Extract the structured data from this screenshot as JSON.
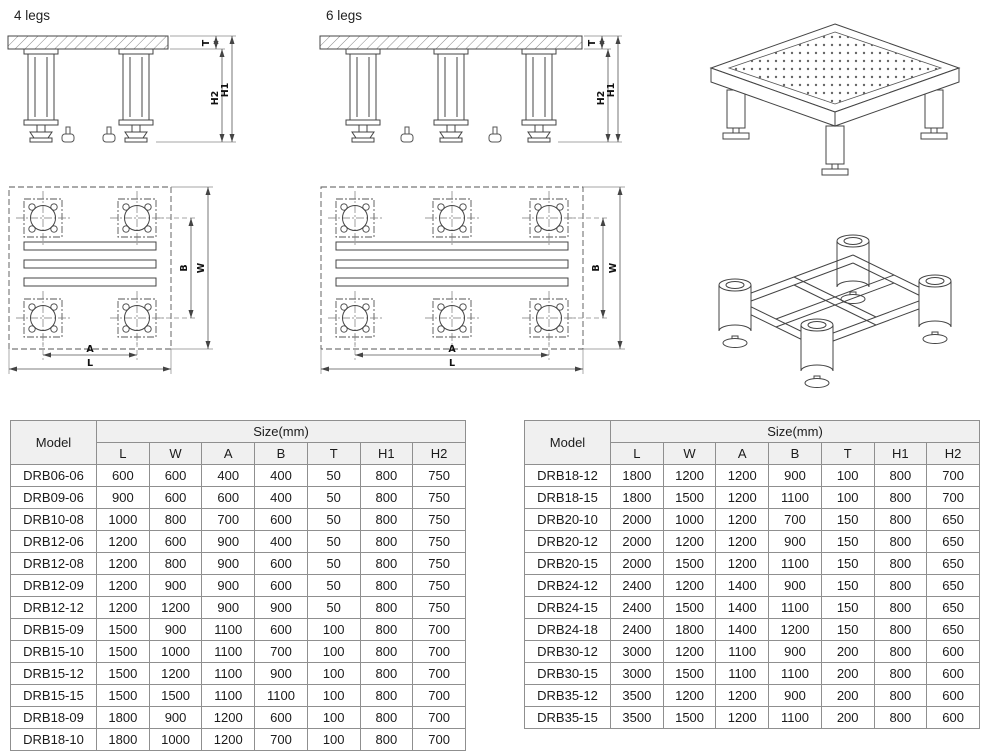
{
  "figures": {
    "four_legs": {
      "label": "4 legs"
    },
    "six_legs": {
      "label": "6 legs"
    },
    "dims": {
      "T": "T",
      "H1": "H1",
      "H2": "H2",
      "A": "A",
      "B": "B",
      "L": "L",
      "W": "W"
    }
  },
  "tables": {
    "model_header": "Model",
    "size_header": "Size(mm)",
    "columns": [
      "L",
      "W",
      "A",
      "B",
      "T",
      "H1",
      "H2"
    ],
    "left": {
      "rows": [
        {
          "model": "DRB06-06",
          "values": [
            600,
            600,
            400,
            400,
            50,
            800,
            750
          ]
        },
        {
          "model": "DRB09-06",
          "values": [
            900,
            600,
            600,
            400,
            50,
            800,
            750
          ]
        },
        {
          "model": "DRB10-08",
          "values": [
            1000,
            800,
            700,
            600,
            50,
            800,
            750
          ]
        },
        {
          "model": "DRB12-06",
          "values": [
            1200,
            600,
            900,
            400,
            50,
            800,
            750
          ]
        },
        {
          "model": "DRB12-08",
          "values": [
            1200,
            800,
            900,
            600,
            50,
            800,
            750
          ]
        },
        {
          "model": "DRB12-09",
          "values": [
            1200,
            900,
            900,
            600,
            50,
            800,
            750
          ]
        },
        {
          "model": "DRB12-12",
          "values": [
            1200,
            1200,
            900,
            900,
            50,
            800,
            750
          ]
        },
        {
          "model": "DRB15-09",
          "values": [
            1500,
            900,
            1100,
            600,
            100,
            800,
            700
          ]
        },
        {
          "model": "DRB15-10",
          "values": [
            1500,
            1000,
            1100,
            700,
            100,
            800,
            700
          ]
        },
        {
          "model": "DRB15-12",
          "values": [
            1500,
            1200,
            1100,
            900,
            100,
            800,
            700
          ]
        },
        {
          "model": "DRB15-15",
          "values": [
            1500,
            1500,
            1100,
            1100,
            100,
            800,
            700
          ]
        },
        {
          "model": "DRB18-09",
          "values": [
            1800,
            900,
            1200,
            600,
            100,
            800,
            700
          ]
        },
        {
          "model": "DRB18-10",
          "values": [
            1800,
            1000,
            1200,
            700,
            100,
            800,
            700
          ]
        }
      ]
    },
    "right": {
      "rows": [
        {
          "model": "DRB18-12",
          "values": [
            1800,
            1200,
            1200,
            900,
            100,
            800,
            700
          ]
        },
        {
          "model": "DRB18-15",
          "values": [
            1800,
            1500,
            1200,
            1100,
            100,
            800,
            700
          ]
        },
        {
          "model": "DRB20-10",
          "values": [
            2000,
            1000,
            1200,
            700,
            150,
            800,
            650
          ]
        },
        {
          "model": "DRB20-12",
          "values": [
            2000,
            1200,
            1200,
            900,
            150,
            800,
            650
          ]
        },
        {
          "model": "DRB20-15",
          "values": [
            2000,
            1500,
            1200,
            1100,
            150,
            800,
            650
          ]
        },
        {
          "model": "DRB24-12",
          "values": [
            2400,
            1200,
            1400,
            900,
            150,
            800,
            650
          ]
        },
        {
          "model": "DRB24-15",
          "values": [
            2400,
            1500,
            1400,
            1100,
            150,
            800,
            650
          ]
        },
        {
          "model": "DRB24-18",
          "values": [
            2400,
            1800,
            1400,
            1200,
            150,
            800,
            650
          ]
        },
        {
          "model": "DRB30-12",
          "values": [
            3000,
            1200,
            1100,
            900,
            200,
            800,
            600
          ]
        },
        {
          "model": "DRB30-15",
          "values": [
            3000,
            1500,
            1100,
            1100,
            200,
            800,
            600
          ]
        },
        {
          "model": "DRB35-12",
          "values": [
            3500,
            1200,
            1200,
            900,
            200,
            800,
            600
          ]
        },
        {
          "model": "DRB35-15",
          "values": [
            3500,
            1500,
            1200,
            1100,
            200,
            800,
            600
          ]
        }
      ]
    }
  }
}
